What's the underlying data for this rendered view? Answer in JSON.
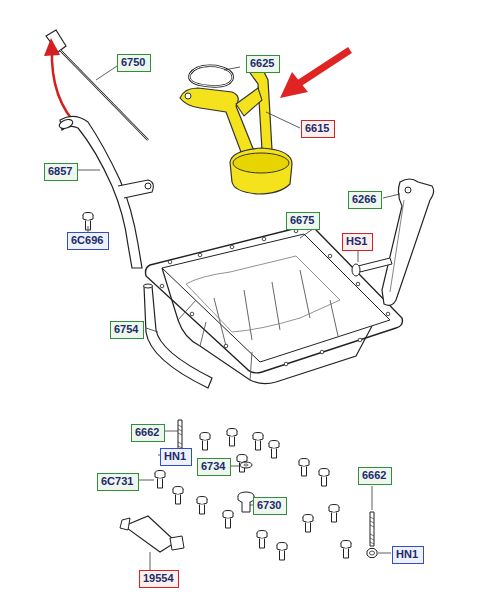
{
  "diagram": {
    "nodes": [
      {
        "text": [
          "6750"
        ]
      },
      {
        "text": [
          "6625"
        ]
      },
      {
        "text": [
          "6615"
        ]
      },
      {
        "text": [
          "6857"
        ]
      },
      {
        "text": [
          "6266"
        ]
      },
      {
        "text": [
          "6675"
        ]
      },
      {
        "text": [
          "HS1"
        ]
      },
      {
        "text": [
          "6C696"
        ]
      },
      {
        "text": [
          "6754"
        ]
      },
      {
        "text": [
          "6662"
        ]
      },
      {
        "text": [
          "HN1"
        ]
      },
      {
        "text": [
          "6734"
        ]
      },
      {
        "text": [
          "6C731"
        ]
      },
      {
        "text": [
          "6662"
        ]
      },
      {
        "text": [
          "6730"
        ]
      },
      {
        "text": [
          "HN1"
        ]
      },
      {
        "text": [
          "19554"
        ]
      }
    ]
  }
}
